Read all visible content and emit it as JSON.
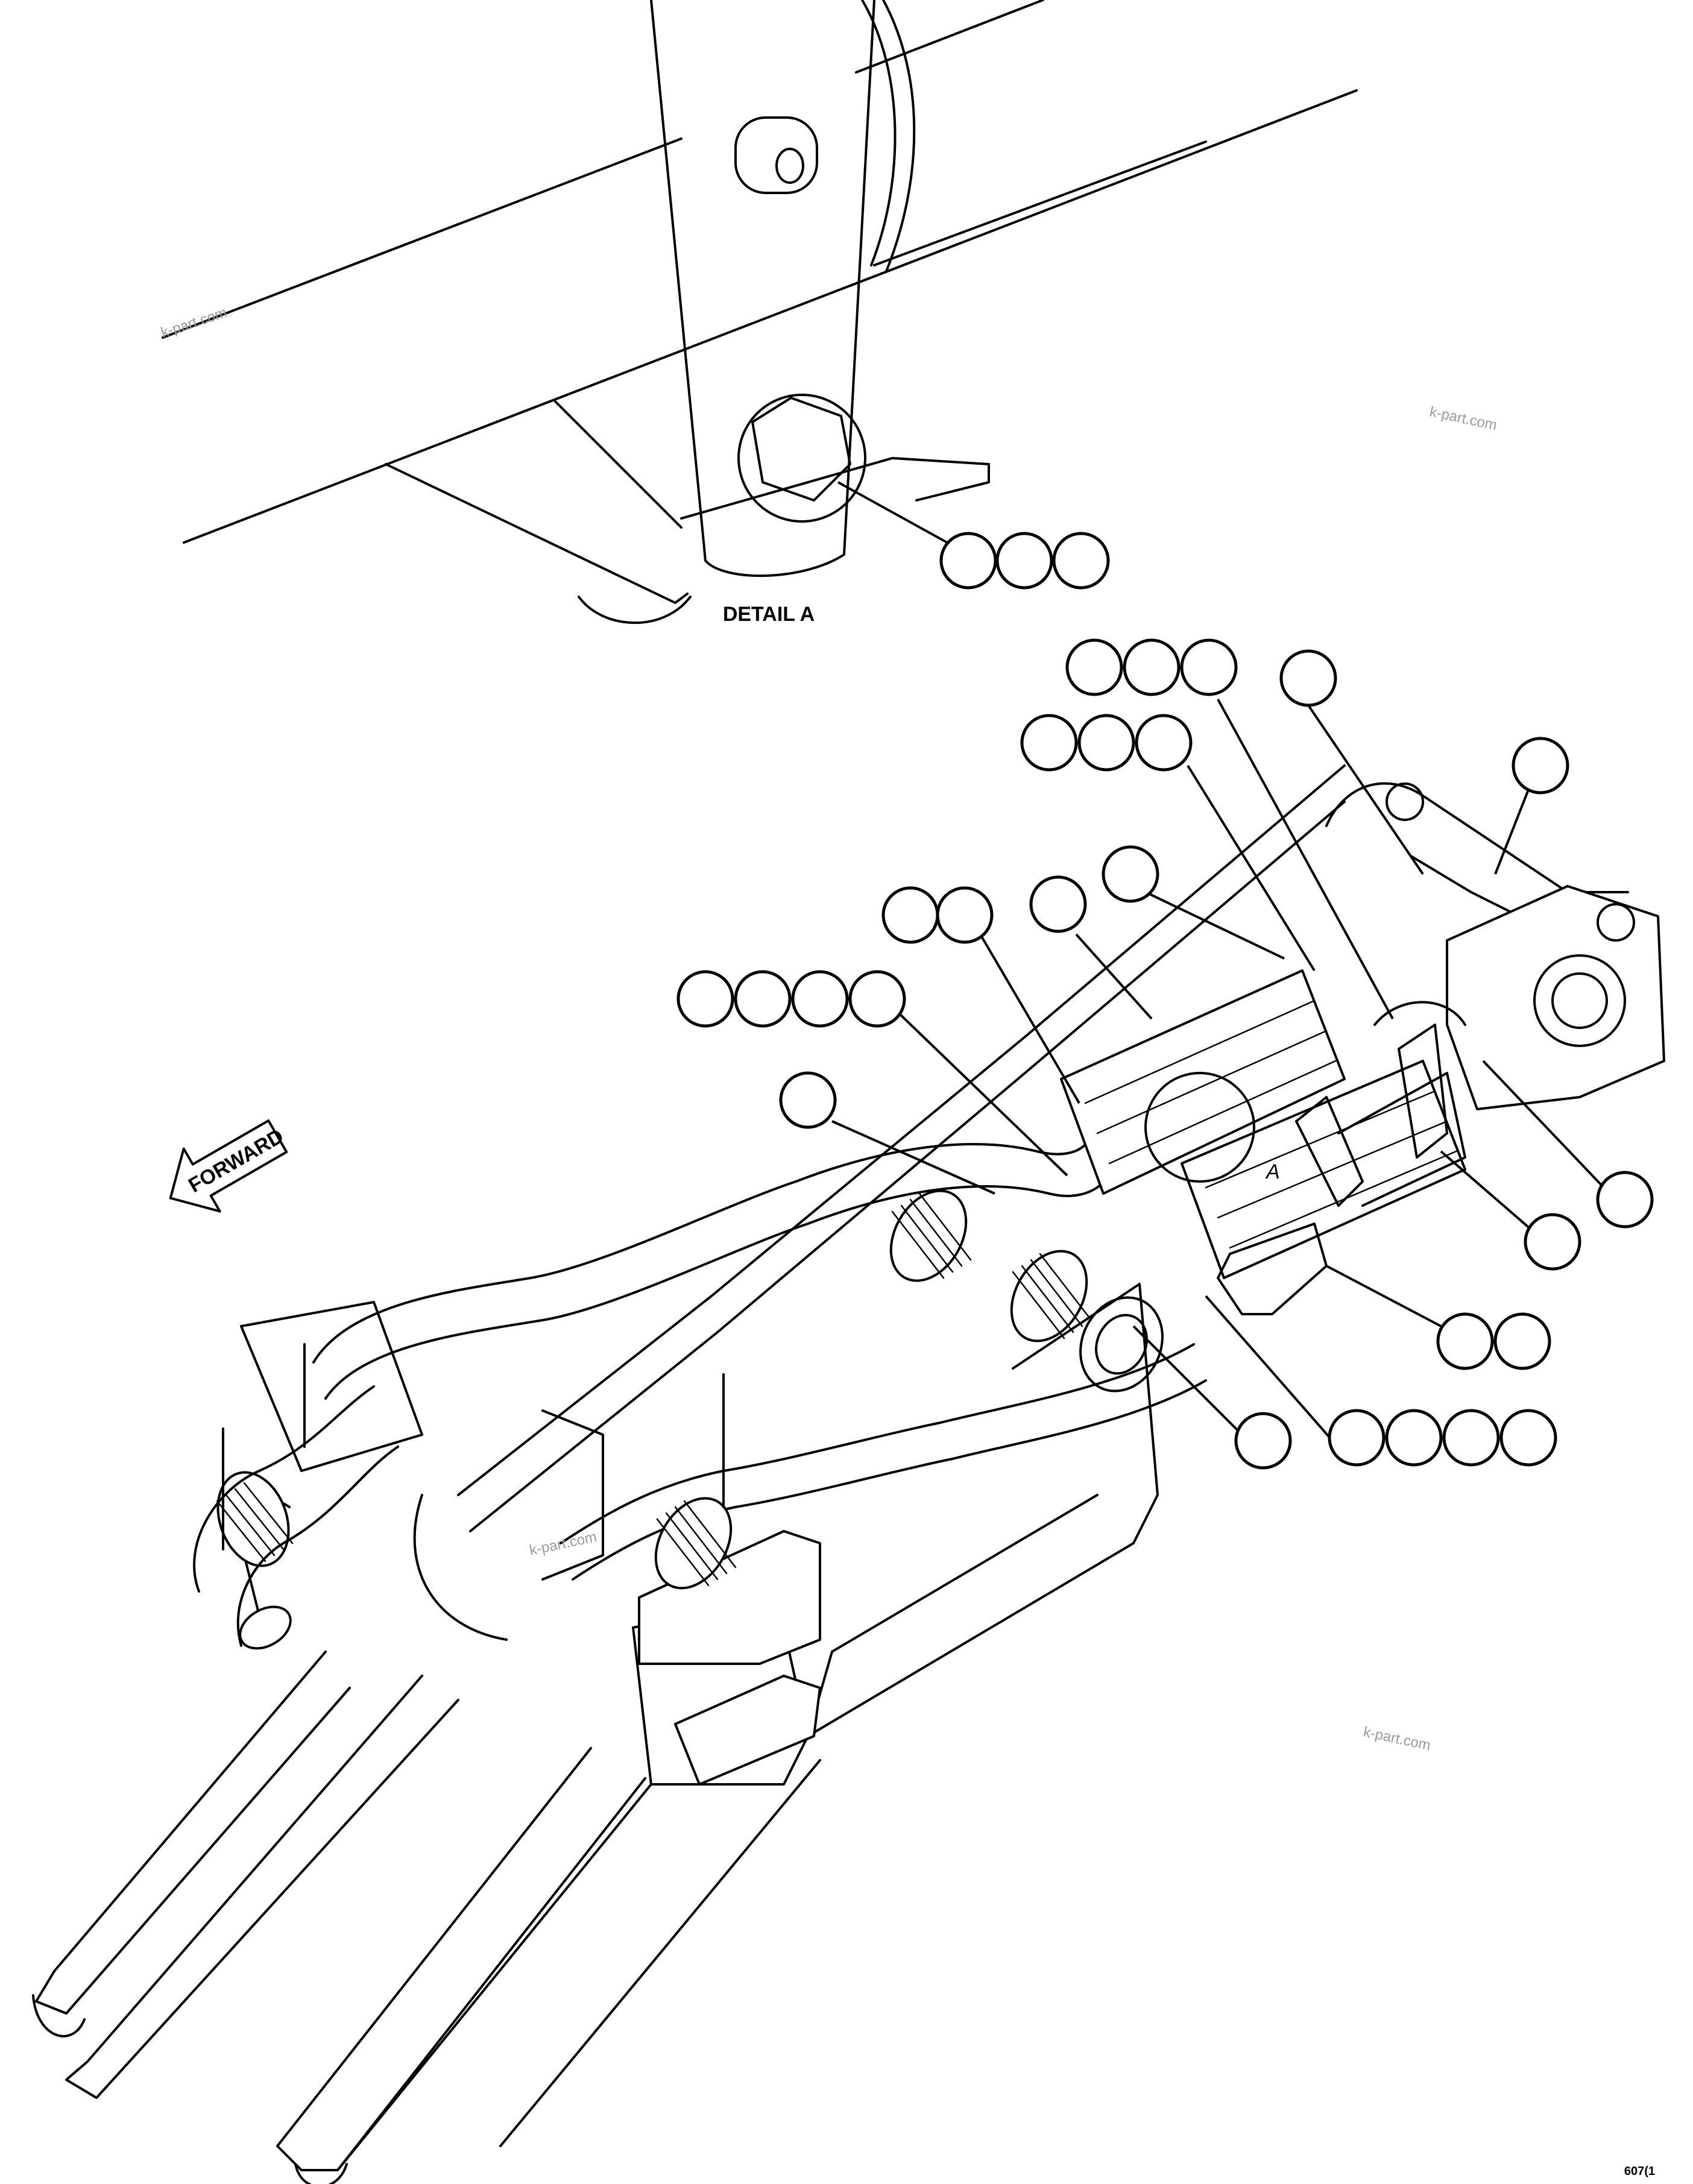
{
  "detail_label": "DETAIL A",
  "forward_label": "FORWARD",
  "section_marker": "A",
  "watermark": "k-part.com",
  "drawing_code": "607(1"
}
